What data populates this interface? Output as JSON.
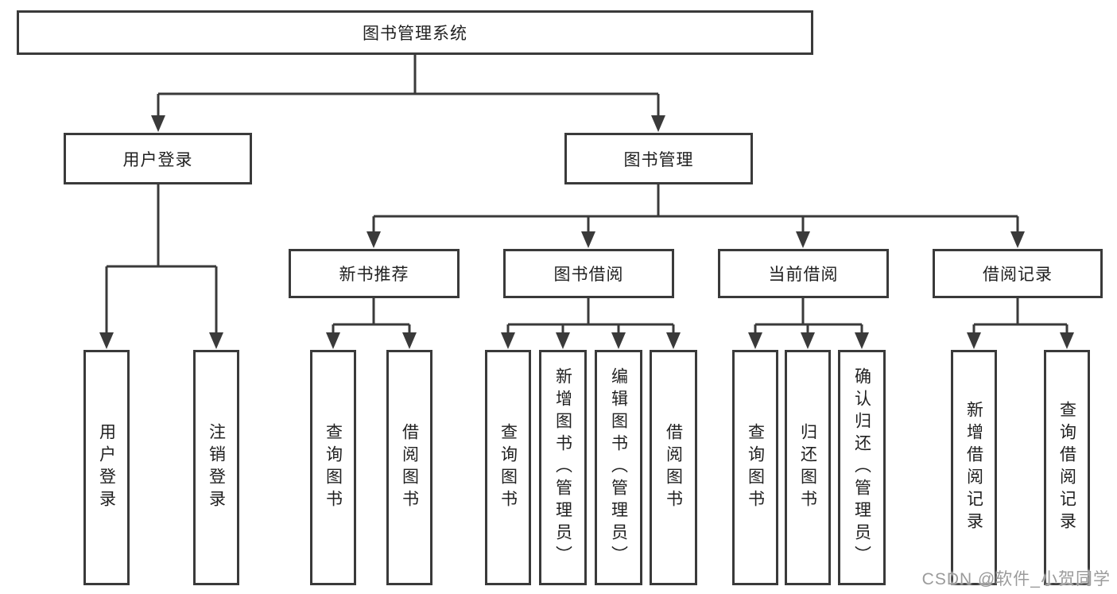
{
  "diagram_type": "hierarchy-tree",
  "colors": {
    "line": "#3a3a3a",
    "box_border": "#3a3a3a",
    "box_fill": "#ffffff",
    "text": "#212121",
    "watermark": "#9b9b9b"
  },
  "tree": {
    "root": {
      "label": "图书管理系统",
      "children": [
        {
          "label": "用户登录",
          "children": [
            {
              "label": "用户登录"
            },
            {
              "label": "注销登录"
            }
          ]
        },
        {
          "label": "图书管理",
          "children": [
            {
              "label": "新书推荐",
              "children": [
                {
                  "label": "查询图书"
                },
                {
                  "label": "借阅图书"
                }
              ]
            },
            {
              "label": "图书借阅",
              "children": [
                {
                  "label": "查询图书"
                },
                {
                  "label": "新增图书（管理员）"
                },
                {
                  "label": "编辑图书（管理员）"
                },
                {
                  "label": "借阅图书"
                }
              ]
            },
            {
              "label": "当前借阅",
              "children": [
                {
                  "label": "查询图书"
                },
                {
                  "label": "归还图书"
                },
                {
                  "label": "确认归还（管理员）"
                }
              ]
            },
            {
              "label": "借阅记录",
              "children": [
                {
                  "label": "新增借阅记录"
                },
                {
                  "label": "查询借阅记录"
                }
              ]
            }
          ]
        }
      ]
    }
  },
  "watermark": {
    "text": "CSDN @软件_小贺同学"
  }
}
